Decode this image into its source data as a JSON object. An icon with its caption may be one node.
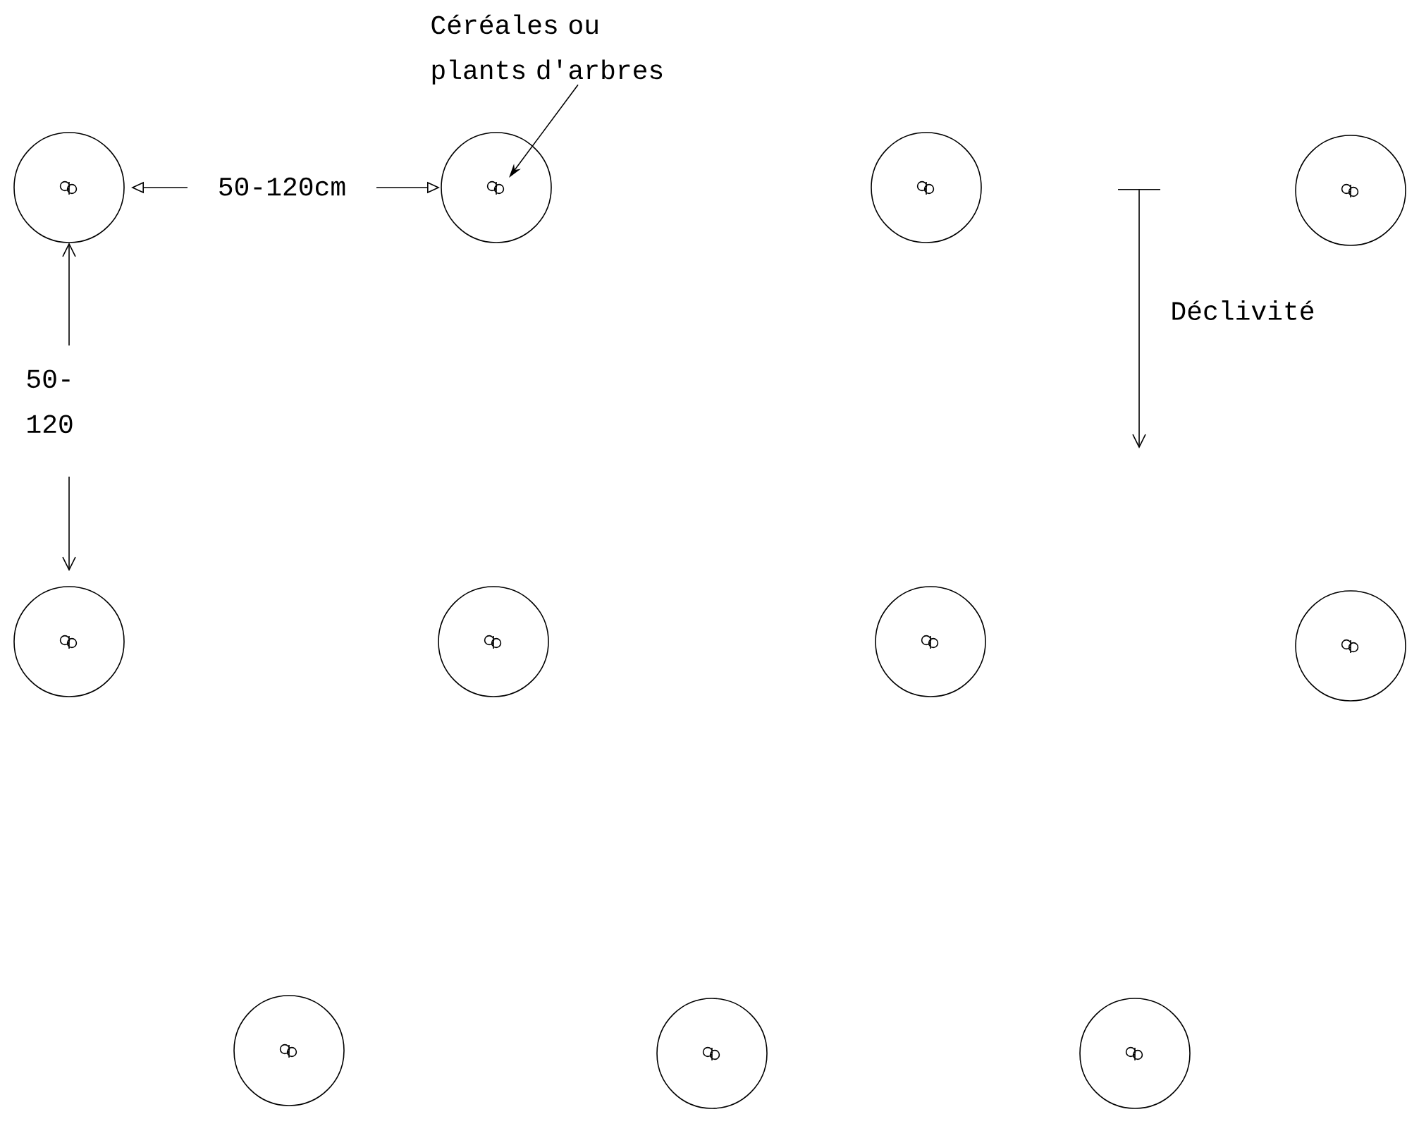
{
  "diagram": {
    "nodes": [
      {
        "text": [
          "Céréales ou plants d'arbres"
        ]
      },
      {
        "text": [],
        "shape": "circle"
      },
      {
        "text": [],
        "shape": "circle"
      },
      {
        "text": [],
        "shape": "circle"
      },
      {
        "text": [],
        "shape": "circle"
      },
      {
        "text": [],
        "shape": "circle"
      },
      {
        "text": [],
        "shape": "circle"
      },
      {
        "text": [],
        "shape": "circle"
      },
      {
        "text": [],
        "shape": "circle"
      },
      {
        "text": [],
        "shape": "circle"
      },
      {
        "text": [],
        "shape": "circle"
      },
      {
        "text": [],
        "shape": "circle"
      }
    ],
    "edges": [
      {
        "from": 0,
        "to": 2,
        "arrow": "to"
      }
    ],
    "labels": [
      "50-120cm",
      "50- 120",
      "Déclivité"
    ]
  }
}
